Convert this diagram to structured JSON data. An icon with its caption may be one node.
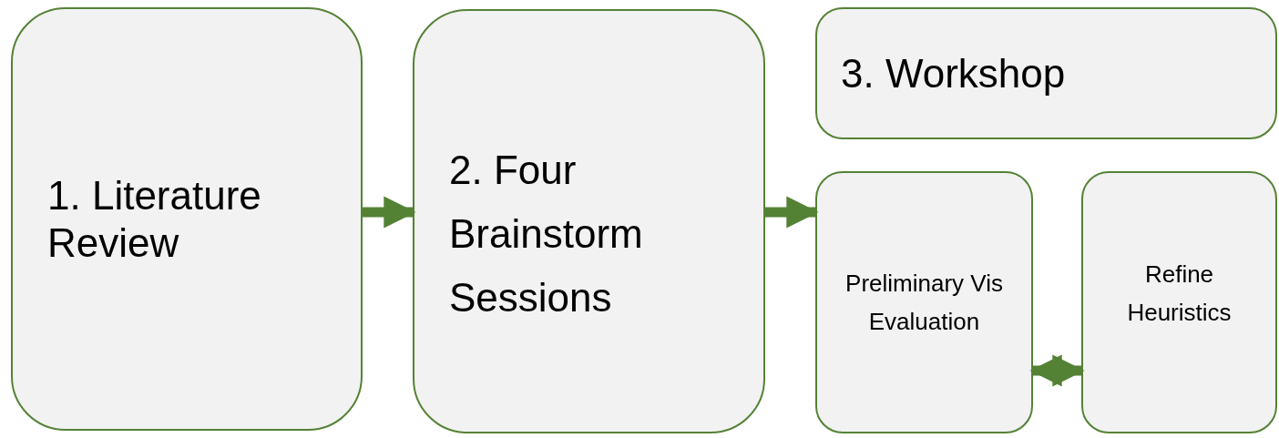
{
  "diagram": {
    "nodes": [
      {
        "text": [
          "1. Literature Review"
        ]
      },
      {
        "text": [
          "2. Four Brainstorm Sessions"
        ]
      },
      {
        "text": [
          "3. Workshop"
        ]
      },
      {
        "text": [
          "Preliminary Vis Evaluation"
        ]
      },
      {
        "text": [
          "Refine Heuristics"
        ]
      }
    ],
    "edges": [
      {
        "from": 0,
        "to": 1,
        "arrow": "to"
      },
      {
        "from": 1,
        "to": 3,
        "arrow": "to"
      },
      {
        "from": 3,
        "to": 4,
        "arrow": "both"
      }
    ]
  }
}
